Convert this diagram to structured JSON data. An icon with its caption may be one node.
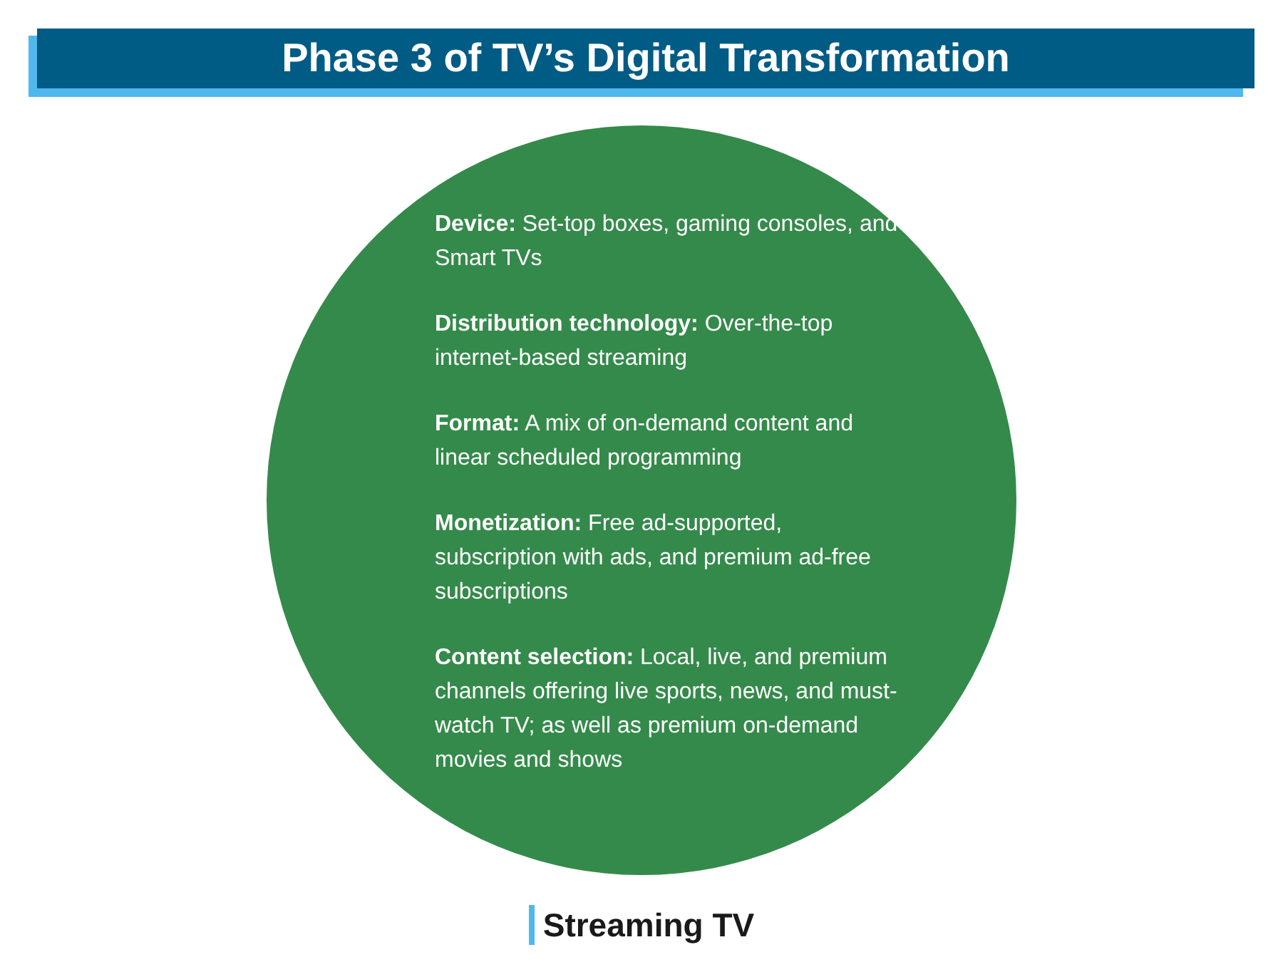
{
  "diagram": {
    "title": "Phase 3 of TV’s Digital Transformation",
    "nodes": [
      {
        "text": [
          "**Device:** Set-top boxes, gaming consoles, and Smart TVs",
          "**Distribution technology:** Over-the-top internet-based streaming",
          "**Format:** A mix of on-demand content and linear scheduled programming",
          "**Monetization:** Free ad-supported, subscription with ads, and premium ad-free subscriptions",
          "**Content selection:** Local, live, and premium channels offering live sports, news, and must-watch TV; as well as premium on-demand movies and shows"
        ]
      }
    ],
    "caption": "Streaming TV"
  }
}
